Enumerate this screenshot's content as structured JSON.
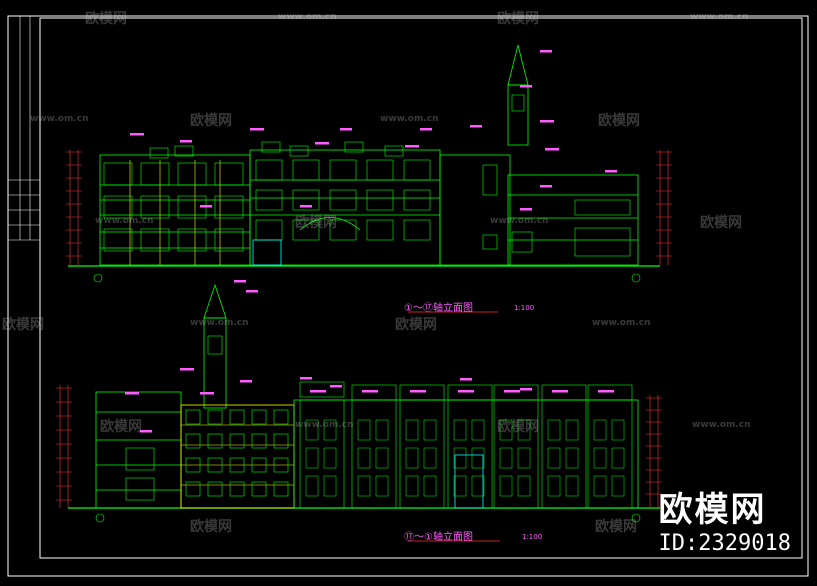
{
  "drawing": {
    "upper_elevation": {
      "title": "①～⑰轴立面图",
      "scale": "1:100"
    },
    "lower_elevation": {
      "title": "⑰～①轴立面图",
      "scale": "1:100"
    }
  },
  "watermark": {
    "text": "欧模网",
    "url": "www.om.cn"
  },
  "brand": {
    "logo": "欧模网",
    "id": "ID:2329018"
  },
  "colors": {
    "background": "#000000",
    "frame": "#ffffff",
    "building_line": "#00ff00",
    "window_line": "#00ff00",
    "dimension_line": "#ff3030",
    "label_text": "#ff5cff",
    "accent_cyan": "#00ffff",
    "accent_yellow": "#ffff00"
  }
}
